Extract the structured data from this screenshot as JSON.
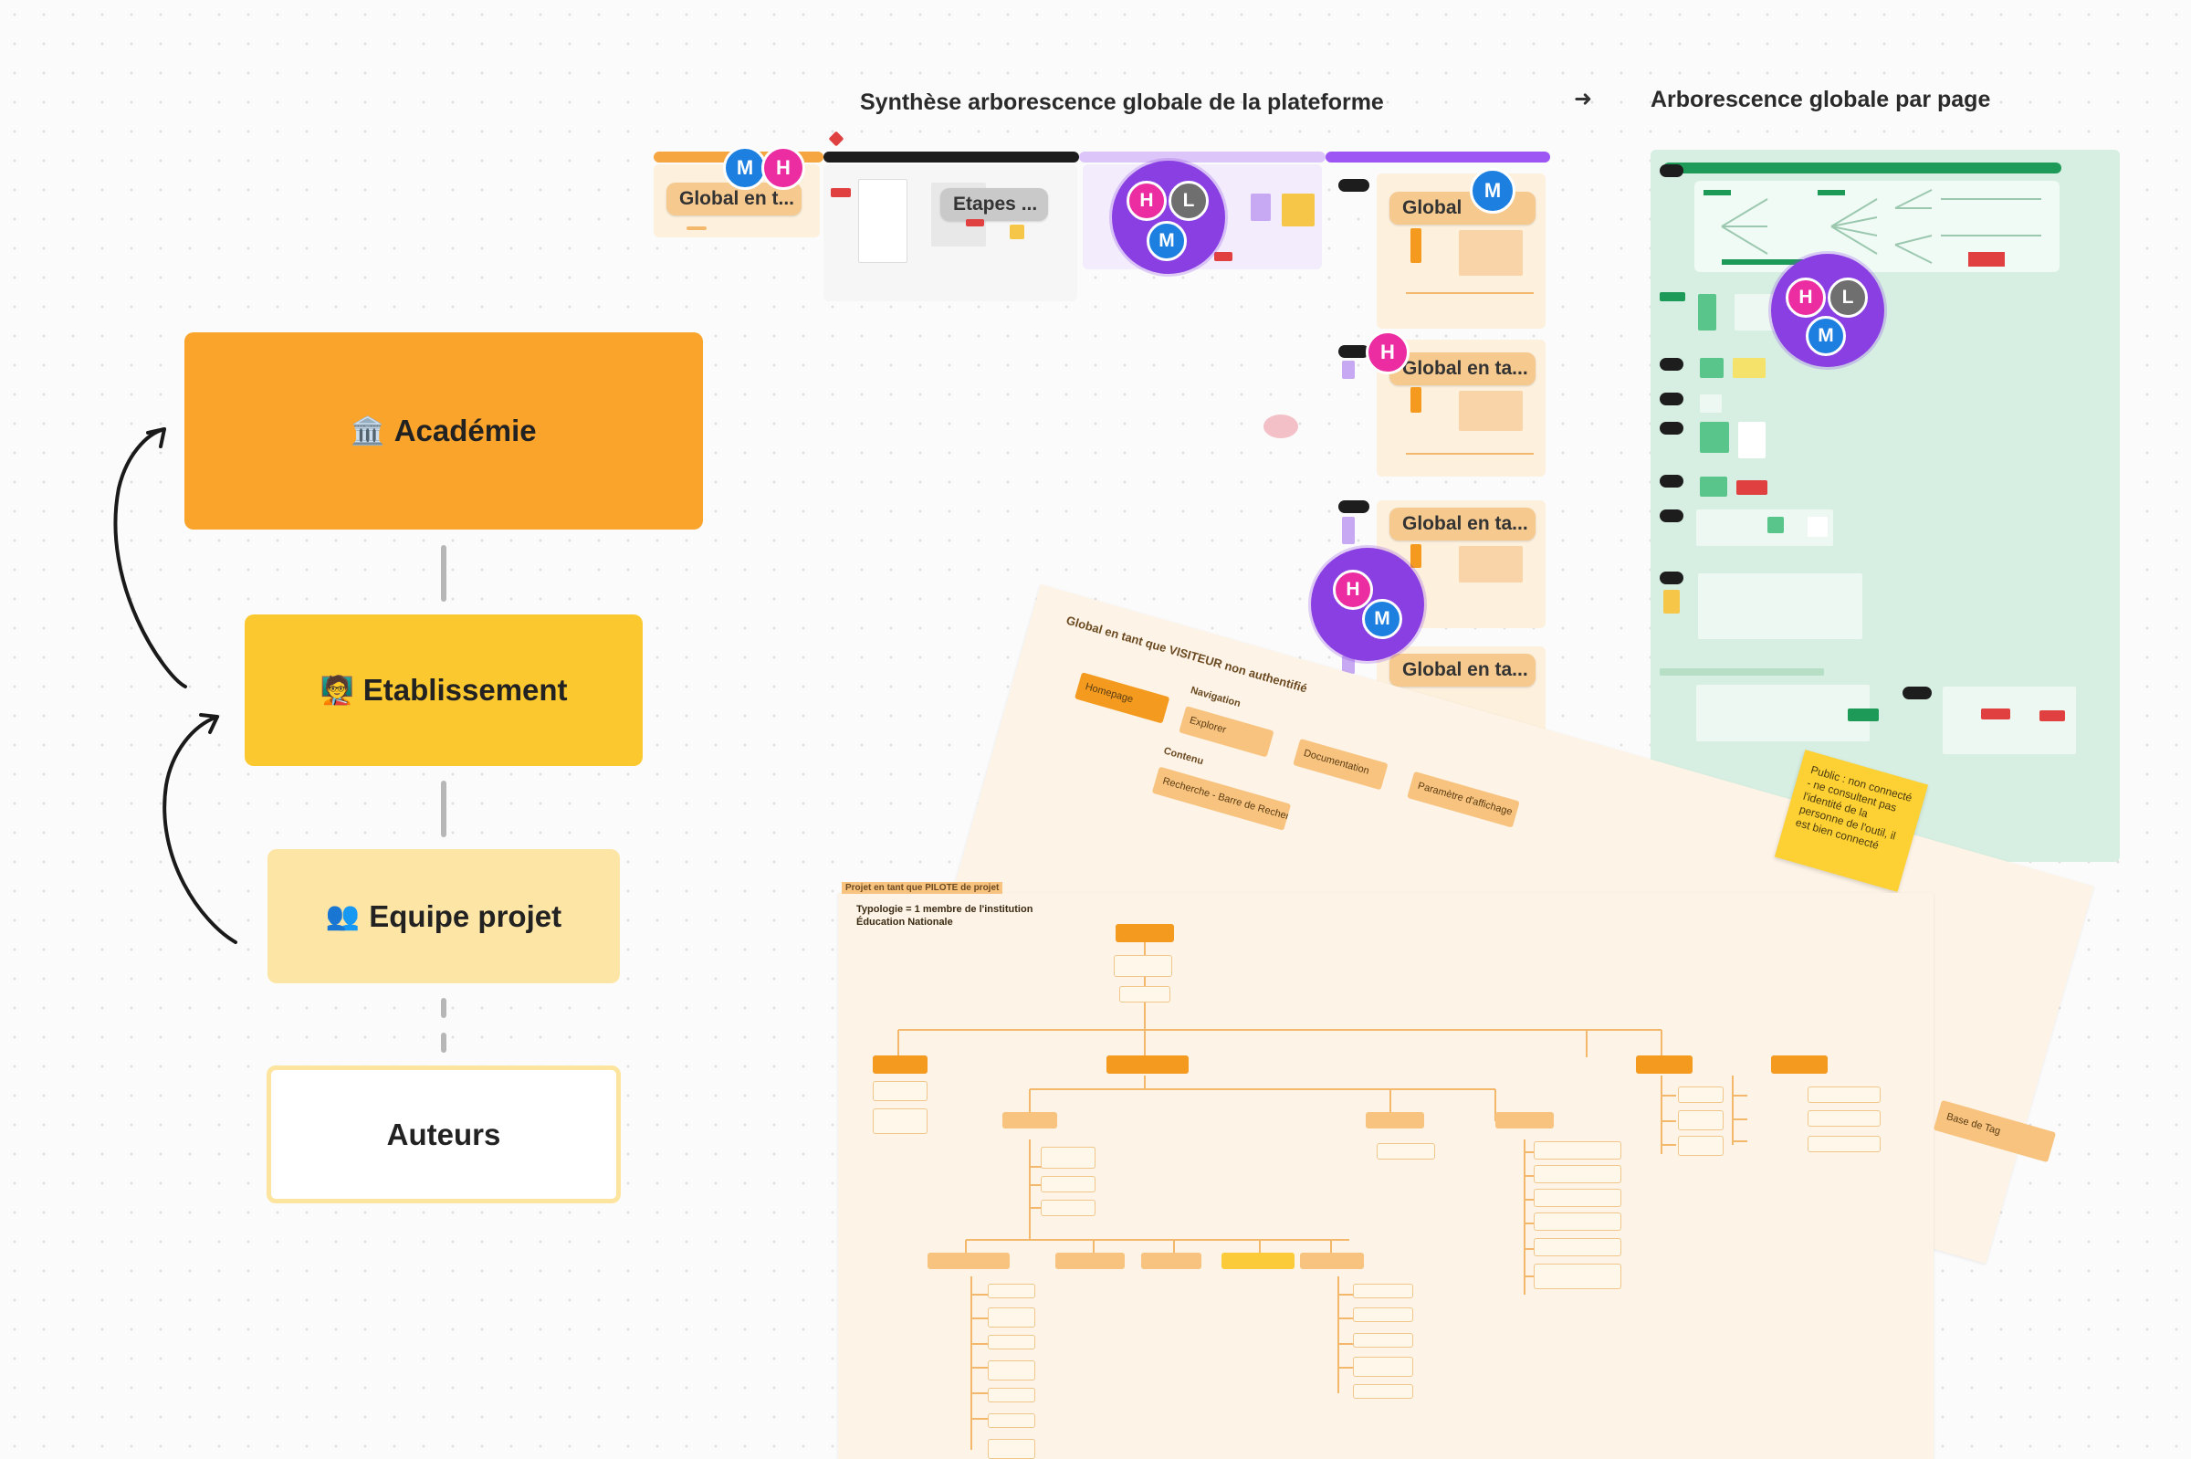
{
  "hierarchy": {
    "academie": {
      "emoji": "🏛️",
      "label": "Académie"
    },
    "etablissement": {
      "emoji": "🧑‍🏫",
      "label": "Etablissement"
    },
    "equipe": {
      "emoji": "👥",
      "label": "Equipe projet"
    },
    "auteurs": {
      "label": "Auteurs"
    }
  },
  "sections": {
    "synthese_title": "Synthèse arborescence globale de la plateforme",
    "arrow": "➜",
    "par_page_title": "Arborescence globale par page"
  },
  "frames": {
    "left_small": "Global en t...",
    "etapes": "Etapes ...",
    "global_1": "Global",
    "global_2": "Global en ta...",
    "global_3": "Global en ta...",
    "global_4": "Global en ta..."
  },
  "sheets": {
    "middle_title": "Global en tant que VISITEUR non authentifié",
    "homepage": "Homepage",
    "navigation": "Navigation",
    "contenu": "Contenu",
    "explorer": "Explorer",
    "documentation": "Documentation",
    "parametres": "Paramètre d'affichage",
    "recherche": "Recherche - Barre de Recherche",
    "sticky": "Public : non connecté - ne consultent pas l'identité de la personne de l'outil, il est bien connecté",
    "bottom_title": "Projet en tant que PILOTE de projet",
    "bottom_subtitle_1": "Typologie = 1 membre de l'institution",
    "bottom_subtitle_2": "Éducation Nationale",
    "base": "Base de Tag"
  },
  "collaborators": {
    "m": "M",
    "h": "H",
    "l": "L"
  },
  "colors": {
    "academie": "#fba42c",
    "etablissement": "#fcc830",
    "equipe": "#fde6a5",
    "auteurs_border": "#fde59f",
    "board_purple": "#9d56f3",
    "board_green": "#d6efe2",
    "avatar_blue": "#1d7fe0",
    "avatar_pink": "#ec2ca1"
  }
}
